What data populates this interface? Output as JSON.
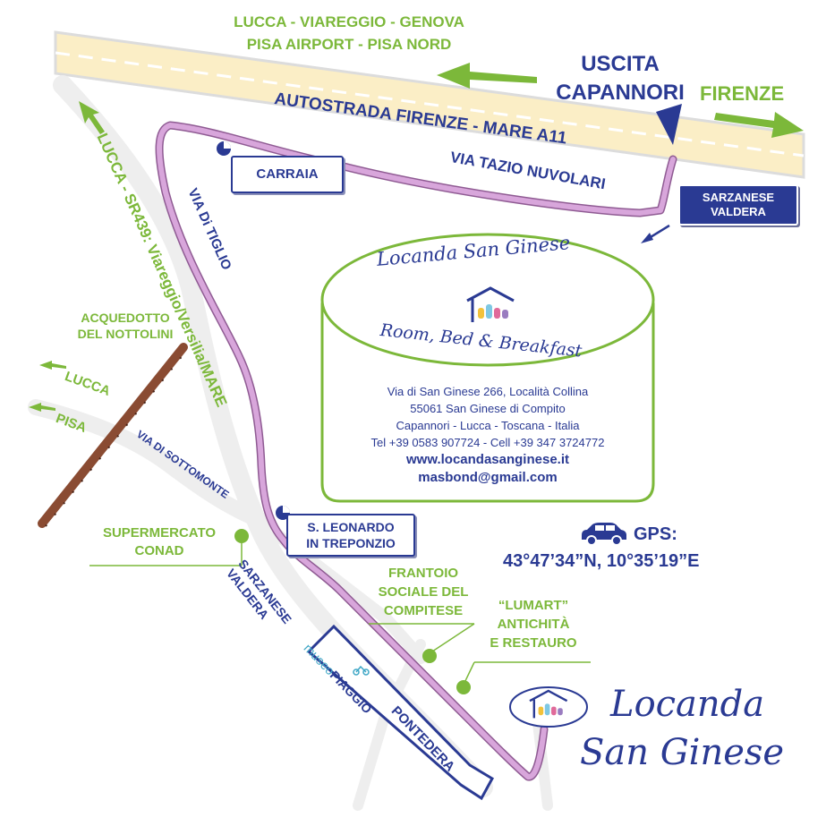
{
  "destinations_west": [
    "LUCCA - VIAREGGIO - GENOVA",
    "PISA AIRPORT - PISA NORD"
  ],
  "motorway": "AUTOSTRADA FIRENZE - MARE A11",
  "exit": [
    "USCITA",
    "CAPANNORI"
  ],
  "destination_east": "FIRENZE",
  "roads": {
    "tazio": "VIA TAZIO NUVOLARI",
    "tiglio": "VIA Di TIGLIO",
    "sr439": "LUCCA - SR439: Viareggio/Versilia/MARE",
    "sottomonte": "VIA DI SOTTOMONTE",
    "sarzanese": [
      "SARZANESE",
      "VALDERA"
    ],
    "pontedera": "PONTEDERA"
  },
  "places": {
    "carraia": "CARRAIA",
    "sarzanese_sign": [
      "SARZANESE",
      "VALDERA"
    ],
    "sleonardo": [
      "S. LEONARDO",
      "IN TREPONZIO"
    ],
    "acquedotto": [
      "ACQUEDOTTO",
      "DEL NOTTOLINI"
    ],
    "lucca": "LUCCA",
    "pisa": "PISA",
    "conad": [
      "SUPERMERCATO",
      "CONAD"
    ],
    "frantoio": [
      "FRANTOIO",
      "SOCIALE DEL",
      "COMPITESE"
    ],
    "lumart": [
      "“LUMART”",
      "ANTICHITÀ",
      "E RESTAURO"
    ],
    "museo": [
      "museo",
      "PIAGGIO"
    ]
  },
  "card": {
    "title": "Locanda San Ginese",
    "subtitle": "Room, Bed & Breakfast",
    "address": [
      "Via di San Ginese 266, Località Collina",
      "55061 San Ginese di Compito",
      "Capannori - Lucca - Toscana - Italia",
      "Tel +39 0583 907724 - Cell +39 347 3724772"
    ],
    "web": "www.locandasanginese.it",
    "email": "masbond@gmail.com"
  },
  "gps": {
    "label": "GPS:",
    "coords": "43°47’34”N, 10°35’19”E"
  },
  "logo_text": [
    "Locanda",
    "San Ginese"
  ],
  "colors": {
    "navy": "#2a3a93",
    "green": "#7cb83a",
    "route": "#c692c8",
    "motorway": "#fbeec6"
  },
  "icons": [
    "car-icon",
    "house-icon"
  ]
}
